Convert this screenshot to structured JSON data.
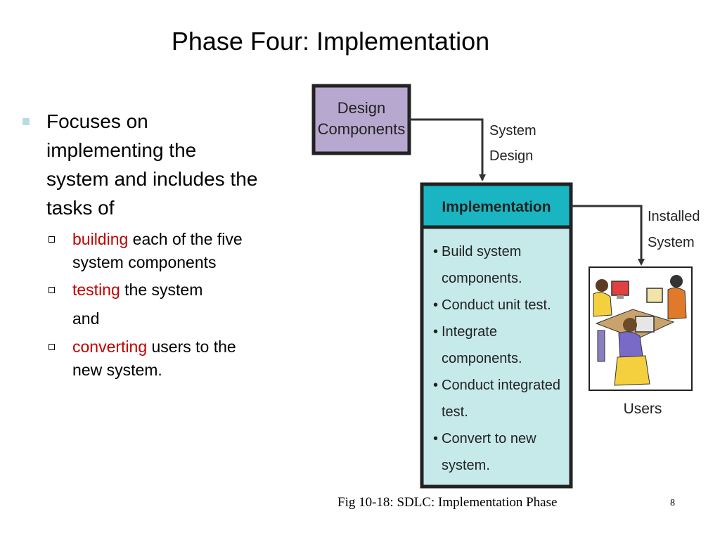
{
  "slide": {
    "title": "Phase Four: Implementation",
    "page_number": "8",
    "caption": "Fig 10-18: SDLC: Implementation Phase"
  },
  "bullets": {
    "main": "Focuses on implementing the system and includes the tasks of",
    "subs": [
      {
        "highlight": "building",
        "rest": " each of the five system components",
        "extra": ""
      },
      {
        "highlight": "testing",
        "rest": " the system",
        "extra": "and"
      },
      {
        "highlight": "converting",
        "rest": " users to the new system.",
        "extra": ""
      }
    ]
  },
  "diagram": {
    "design_box": [
      "Design",
      "Components"
    ],
    "system_design_label": [
      "System",
      "Design"
    ],
    "implementation_header": "Implementation",
    "tasks": [
      "Build system",
      "components.",
      "Conduct unit test.",
      "Integrate",
      "components.",
      "Conduct integrated",
      "test.",
      "Convert to new",
      "system."
    ],
    "installed_label": [
      "Installed",
      "System"
    ],
    "users_label": "Users",
    "colors": {
      "design_fill": "#b7a8cf",
      "header_fill": "#1ab5c2",
      "body_fill": "#c6e9ea",
      "border": "#222222"
    }
  }
}
